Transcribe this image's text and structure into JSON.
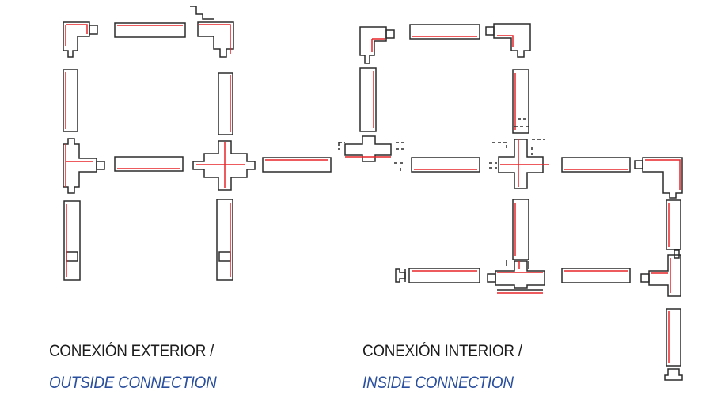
{
  "captions": {
    "outside": {
      "es": "CONEXIÓN EXTERIOR /",
      "en": "OUTSIDE CONNECTION"
    },
    "inside": {
      "es": "CONEXIÓN INTERIOR /",
      "en": "INSIDE CONNECTION"
    }
  },
  "colors": {
    "outline": "#2b2b2b",
    "conductor": "#e8252a",
    "caption_es": "#1c1c1c",
    "caption_en": "#2a4f9e"
  }
}
